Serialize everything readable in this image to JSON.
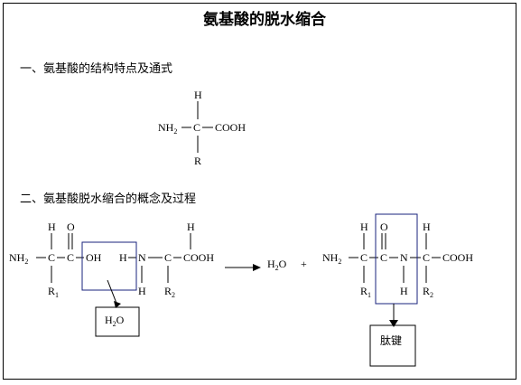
{
  "title": "氨基酸的脱水缩合",
  "sections": [
    {
      "heading": "一、氨基酸的结构特点及通式"
    },
    {
      "heading": "二、氨基酸脱水缩合的概念及过程"
    }
  ],
  "general_formula": {
    "top": "H",
    "left": "NH",
    "left_sub": "2",
    "center": "C",
    "right": "COOH",
    "bottom": "R"
  },
  "reaction": {
    "left_molecule": {
      "amine": "NH",
      "amine_sub": "2",
      "c1": "C",
      "c2": "C",
      "c1_top": "H",
      "c2_top": "O",
      "oh": "OH",
      "c1_bottom": "R",
      "c1_bottom_sub": "1"
    },
    "right_molecule": {
      "h_left": "H",
      "n": "N",
      "n_bottom": "H",
      "c": "C",
      "c_top": "H",
      "cooh": "COOH",
      "c_bottom": "R",
      "c_bottom_sub": "2"
    },
    "water_box": {
      "text": "H",
      "sub": "2",
      "tail": "O"
    },
    "product_water": {
      "text": "H",
      "sub": "2",
      "tail": "O"
    },
    "plus": "+",
    "product": {
      "amine": "NH",
      "amine_sub": "2",
      "c1": "C",
      "c2": "C",
      "n": "N",
      "c3": "C",
      "cooh": "COOH",
      "c1_top": "H",
      "c2_top": "O",
      "c3_top": "H",
      "c1_bottom": "R",
      "c1_bottom_sub": "1",
      "n_bottom": "H",
      "c3_bottom": "R",
      "c3_bottom_sub": "2"
    },
    "peptide_label": "肽键"
  }
}
